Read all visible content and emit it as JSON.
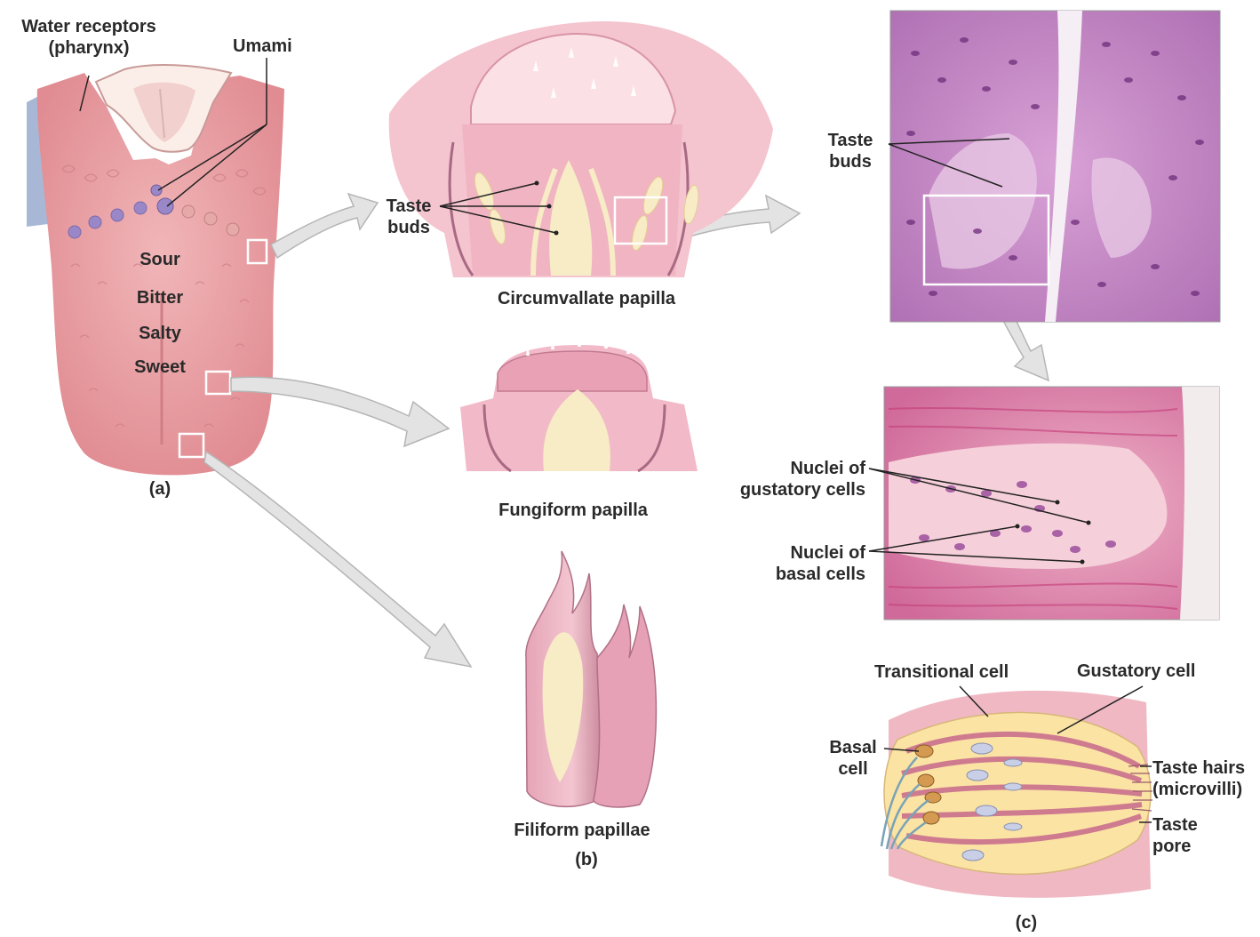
{
  "colors": {
    "tongue": "#eaa3a6",
    "tongue_dark": "#d97f86",
    "papilla_pink": "#f0b4bf",
    "papilla_light": "#f8d7dc",
    "bud_cream": "#f6ebc2",
    "histo_purple": "#c784c8",
    "histo_pink": "#e07aa6",
    "cell_yellow": "#fbe3a4",
    "arrow_gray": "#e3e3e3",
    "water_blue": "#a9b7d6",
    "nerve_blue": "#7aa3b6"
  },
  "panel_a": {
    "water_receptors": [
      "Water receptors",
      "(pharynx)"
    ],
    "umami": "Umami",
    "tastes": [
      "Sour",
      "Bitter",
      "Salty",
      "Sweet"
    ],
    "caption": "(a)"
  },
  "panel_b": {
    "taste_buds": [
      "Taste",
      "buds"
    ],
    "circumvallate": "Circumvallate papilla",
    "fungiform": "Fungiform papilla",
    "filiform": "Filiform papillae",
    "caption": "(b)"
  },
  "panel_c": {
    "taste_buds": [
      "Taste",
      "buds"
    ],
    "nuclei_gustatory": [
      "Nuclei of",
      "gustatory cells"
    ],
    "nuclei_basal": [
      "Nuclei of",
      "basal cells"
    ],
    "transitional_cell": "Transitional cell",
    "gustatory_cell": "Gustatory cell",
    "basal_cell": [
      "Basal",
      "cell"
    ],
    "taste_hairs": [
      "Taste hairs",
      "(microvilli)"
    ],
    "taste_pore": [
      "Taste",
      "pore"
    ],
    "caption": "(c)"
  }
}
